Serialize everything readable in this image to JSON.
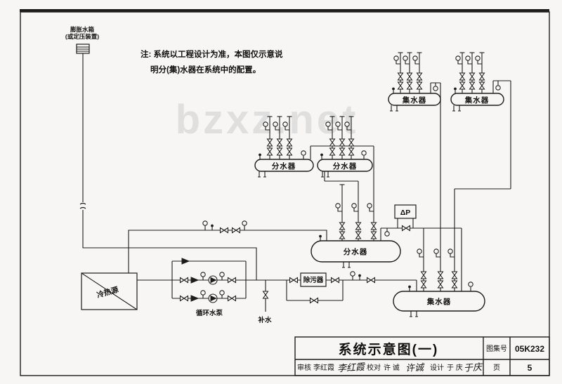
{
  "watermark": "bzxz.net",
  "note": {
    "line1": "注: 系统以工程设计为准，本图仅示意说",
    "line2": "明分(集)水器在系统中的配置。"
  },
  "equipment": {
    "expansion_tank_name": "膨胀水箱",
    "expansion_tank_alt": "(或定压装置)",
    "heat_cold_source": "冷热源",
    "circulating_pump": "循环水泵",
    "strainer": "除污器",
    "makeup_water": "补水",
    "dp_controller": "ΔP"
  },
  "vessels": [
    {
      "id": "top-collector-1",
      "label": "集水器"
    },
    {
      "id": "top-collector-2",
      "label": "集水器"
    },
    {
      "id": "mid-distributor-1",
      "label": "分水器"
    },
    {
      "id": "mid-distributor-2",
      "label": "分水器"
    },
    {
      "id": "main-distributor",
      "label": "分水器"
    },
    {
      "id": "main-collector",
      "label": "集水器"
    }
  ],
  "title_block": {
    "title": "系统示意图(一)",
    "atlas_label": "图集号",
    "atlas_number": "05K232",
    "page_label": "页",
    "page_number": "5",
    "review_label": "审核",
    "reviewer": "李红霞",
    "reviewer_signature": "李红霞",
    "check_label": "校对",
    "checker": "许 诚",
    "checker_signature": "许诚",
    "design_label": "设计",
    "designer": "于 庆",
    "designer_signature": "于庆"
  },
  "colors": {
    "line": "#1c1c1c",
    "watermark": "#d8d8d8",
    "paper": "#f7f6f4"
  }
}
